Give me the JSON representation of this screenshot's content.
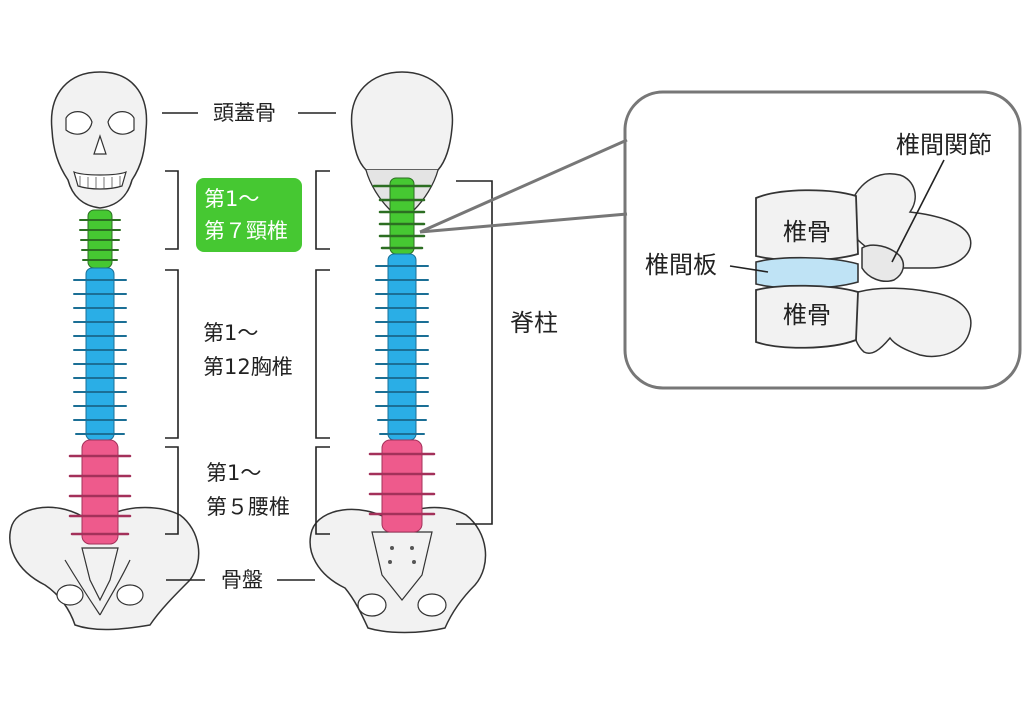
{
  "labels": {
    "skull": "頭蓋骨",
    "cervical_1": "第1〜",
    "cervical_2": "第７頸椎",
    "thoracic_1": "第1〜",
    "thoracic_2": "第12胸椎",
    "lumbar_1": "第1〜",
    "lumbar_2": "第５腰椎",
    "pelvis": "骨盤",
    "spine": "脊柱",
    "facet_joint": "椎間関節",
    "vertebra_upper": "椎骨",
    "vertebra_lower": "椎骨",
    "disc": "椎間板"
  },
  "colors": {
    "cervical": "#46c832",
    "thoracic": "#2aaee6",
    "lumbar": "#ee5a8c",
    "bone": "#f2f2f2",
    "disc": "#bfe3f5",
    "outline": "#333333",
    "callout_border": "#777777"
  }
}
